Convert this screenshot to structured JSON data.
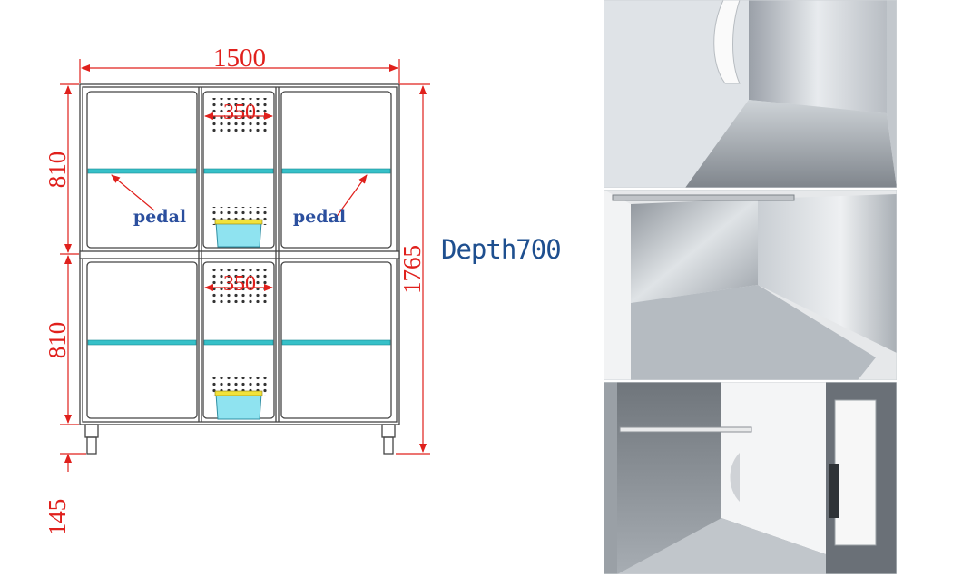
{
  "dimensions": {
    "width": "1500",
    "height_total": "1765",
    "height_upper": "810",
    "height_lower": "810",
    "leg_height": "145",
    "mid_width_upper": "350",
    "mid_width_lower": "350"
  },
  "labels": {
    "pedal_left": "pedal",
    "pedal_right": "pedal",
    "depth": "Depth700"
  },
  "colors": {
    "dimension": "#e0201c",
    "shelf": "#36c0c8",
    "pedal_text": "#2b4f9e",
    "depth_text": "#1e4f8f",
    "tray": "#8fe3f0",
    "tray_rim": "#f2e23a"
  }
}
